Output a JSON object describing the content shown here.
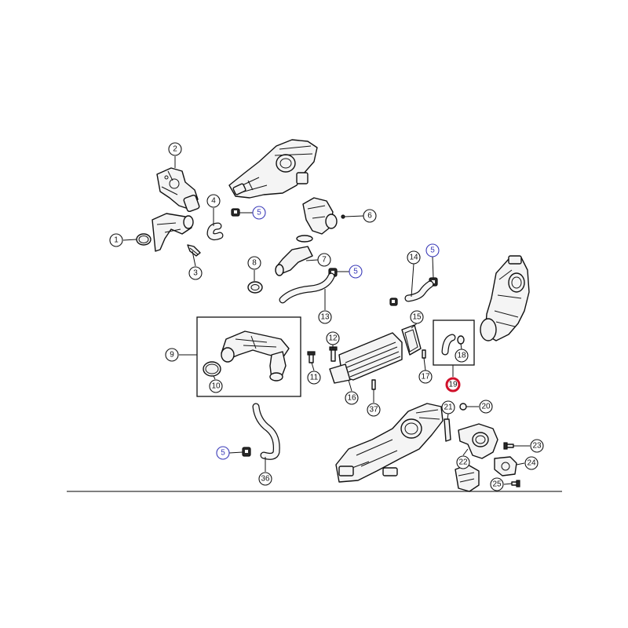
{
  "diagram": {
    "colors": {
      "line": "#111111",
      "background": "#ffffff",
      "callout_alt": "#3a3ab8",
      "highlight": "#d0112b"
    },
    "callouts": [
      {
        "id": "c1",
        "label": "1"
      },
      {
        "id": "c2",
        "label": "2"
      },
      {
        "id": "c3",
        "label": "3"
      },
      {
        "id": "c4",
        "label": "4"
      },
      {
        "id": "c5a",
        "label": "5"
      },
      {
        "id": "c6",
        "label": "6"
      },
      {
        "id": "c7",
        "label": "7"
      },
      {
        "id": "c5b",
        "label": "5"
      },
      {
        "id": "c8",
        "label": "8"
      },
      {
        "id": "c5c",
        "label": "5"
      },
      {
        "id": "c14",
        "label": "14"
      },
      {
        "id": "c13",
        "label": "13"
      },
      {
        "id": "c9",
        "label": "9"
      },
      {
        "id": "c10",
        "label": "10"
      },
      {
        "id": "c12",
        "label": "12"
      },
      {
        "id": "c11",
        "label": "11"
      },
      {
        "id": "c15",
        "label": "15"
      },
      {
        "id": "c16",
        "label": "16"
      },
      {
        "id": "c17",
        "label": "17"
      },
      {
        "id": "c18",
        "label": "18"
      },
      {
        "id": "c19",
        "label": "19"
      },
      {
        "id": "c20",
        "label": "20"
      },
      {
        "id": "c21",
        "label": "21"
      },
      {
        "id": "c37",
        "label": "37"
      },
      {
        "id": "c5d",
        "label": "5"
      },
      {
        "id": "c36",
        "label": "36"
      },
      {
        "id": "c22",
        "label": "22"
      },
      {
        "id": "c23",
        "label": "23"
      },
      {
        "id": "c24",
        "label": "24"
      },
      {
        "id": "c25",
        "label": "25"
      }
    ]
  }
}
